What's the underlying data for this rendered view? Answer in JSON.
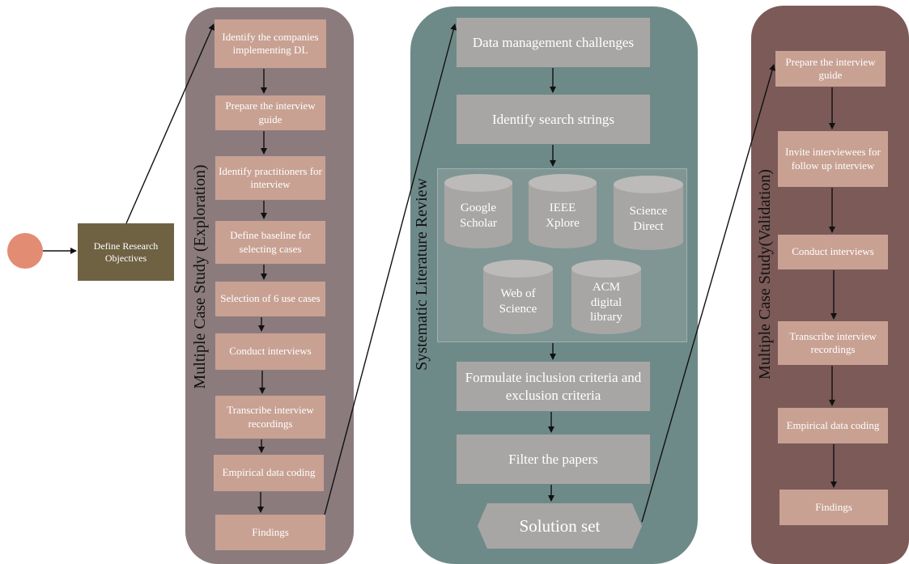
{
  "start": {
    "objective_label": "Define Research Objectives"
  },
  "exploration": {
    "title": "Multiple Case Study (Exploration)",
    "steps": [
      "Identify the companies implementing DL",
      "Prepare the interview guide",
      "Identify practitioners for interview",
      "Define baseline for selecting cases",
      "Selection of 6 use cases",
      "Conduct interviews",
      "Transcribe interview recordings",
      "Empirical data coding",
      "Findings"
    ]
  },
  "slr": {
    "title": "Systematic Literature Review",
    "steps": [
      "Data management challenges",
      "Identify search strings",
      "Formulate inclusion criteria and exclusion criteria",
      "Filter the papers"
    ],
    "databases": [
      "Google Scholar",
      "IEEE Xplore",
      "Science Direct",
      "Web of Science",
      "ACM digital library"
    ],
    "result": "Solution set"
  },
  "validation": {
    "title": "Multiple Case Study(Validation)",
    "steps": [
      "Prepare the interview guide",
      "Invite interviewees for follow up interview",
      "Conduct interviews",
      "Transcribe interview recordings",
      "Empirical data coding",
      "Findings"
    ]
  },
  "colors": {
    "exploration_panel": "#8b7b7d",
    "slr_panel": "#6e8a88",
    "validation_panel": "#7b5a58",
    "step_box": "#c8a193",
    "slr_box": "#a8a6a4",
    "start_circle": "#e28c74",
    "objective_box": "#6f6243"
  }
}
